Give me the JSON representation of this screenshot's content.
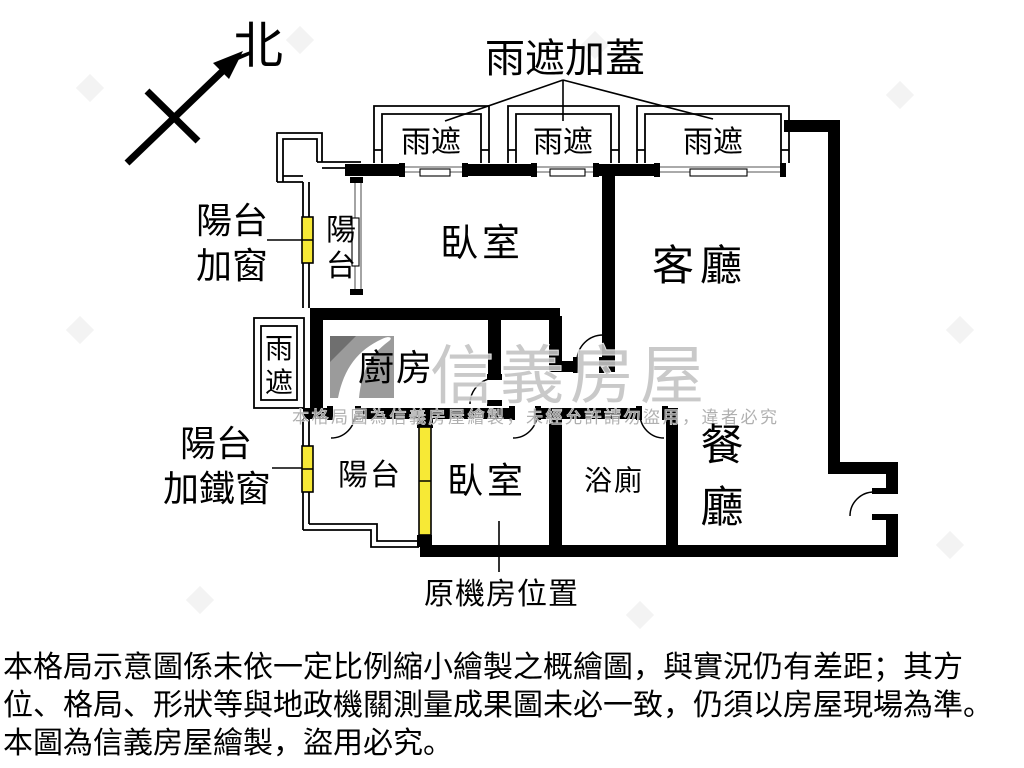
{
  "compass": {
    "north": "北"
  },
  "callouts": {
    "rain_cover_title": "雨遮加蓋",
    "rain_shade": "雨遮",
    "balcony_add_window": [
      "陽台",
      "加窗"
    ],
    "balcony_add_iron_window": [
      "陽台",
      "加鐵窗"
    ],
    "machine_room": "原機房位置"
  },
  "rooms": {
    "bedroom_top": "臥室",
    "living_room": "客廳",
    "kitchen": "廚房",
    "balcony_top": [
      "陽",
      "台"
    ],
    "balcony_bottom": "陽台",
    "bedroom_bottom": "臥室",
    "bathroom": "浴廁",
    "dining_room": [
      "餐",
      "廳"
    ],
    "rain_shade_side": [
      "雨",
      "遮"
    ]
  },
  "watermark": {
    "brand": "信義房屋",
    "notice": "本格局圖為信義房屋繪製，未經允許請勿盜用，違者必究"
  },
  "disclaimer": [
    "本格局示意圖係未依一定比例縮小繪製之概繪圖，與實況仍有差距；其方",
    "位、格局、形狀等與地政機關測量成果圖未必一致，仍須以房屋現場為準。",
    "本圖為信義房屋繪製，盜用必究。"
  ],
  "colors": {
    "wall": "#000000",
    "highlight_window": "#f7e936",
    "watermark_gray": "#c4c4c4"
  }
}
